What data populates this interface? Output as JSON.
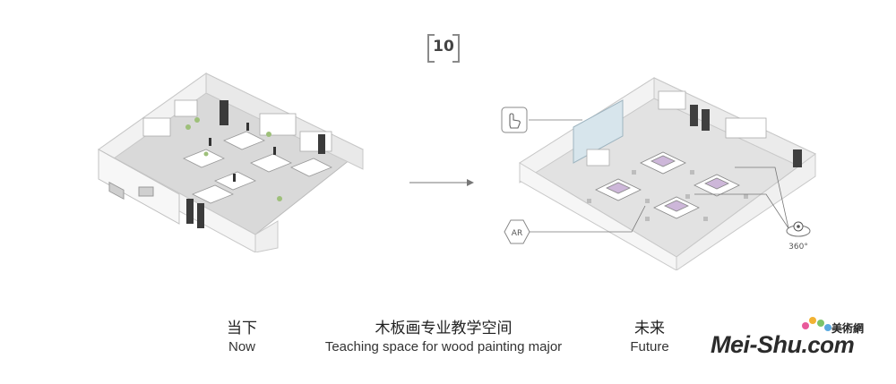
{
  "badge": {
    "number": "10"
  },
  "captions": {
    "now": {
      "zh": "当下",
      "en": "Now"
    },
    "title": {
      "zh": "木板画专业教学空间",
      "en": "Teaching space for wood painting major"
    },
    "future": {
      "zh": "未来",
      "en": "Future"
    }
  },
  "annotations": {
    "ar": "AR",
    "view360": "360°"
  },
  "logo": {
    "word": "Mei-Shu",
    "suffix": ".com",
    "zh": "美術網"
  }
}
